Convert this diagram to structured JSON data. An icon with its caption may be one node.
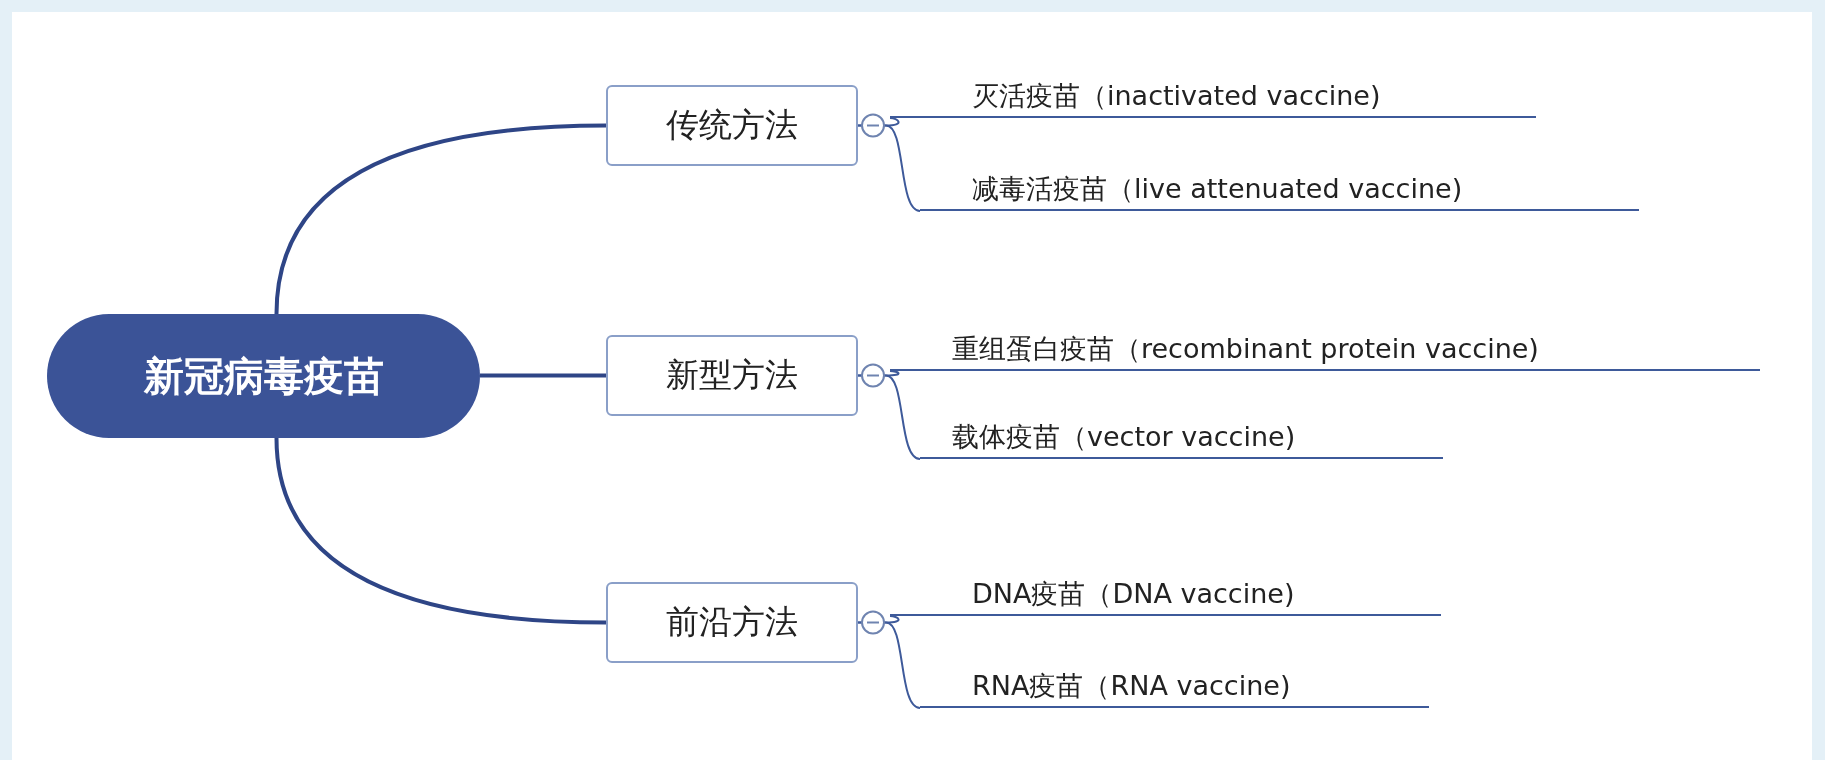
{
  "diagram": {
    "nodes": [
      {
        "text": [
          "新冠病毒疫苗"
        ]
      },
      {
        "text": [
          "传统方法"
        ]
      },
      {
        "text": [
          "灭活疫苗（inactivated vaccine)"
        ]
      },
      {
        "text": [
          "减毒活疫苗（live attenuated vaccine)"
        ]
      },
      {
        "text": [
          "新型方法"
        ]
      },
      {
        "text": [
          "重组蛋白疫苗（recombinant protein vaccine)"
        ]
      },
      {
        "text": [
          "载体疫苗（vector vaccine)"
        ]
      },
      {
        "text": [
          "前沿方法"
        ]
      },
      {
        "text": [
          "DNA疫苗（DNA vaccine)"
        ]
      },
      {
        "text": [
          "RNA疫苗（RNA vaccine)"
        ]
      }
    ],
    "edges": [
      {
        "from": 0,
        "to": 1,
        "arrow": "none"
      },
      {
        "from": 0,
        "to": 4,
        "arrow": "none"
      },
      {
        "from": 0,
        "to": 7,
        "arrow": "none"
      },
      {
        "from": 1,
        "to": 2,
        "arrow": "none"
      },
      {
        "from": 1,
        "to": 3,
        "arrow": "none"
      },
      {
        "from": 4,
        "to": 5,
        "arrow": "none"
      },
      {
        "from": 4,
        "to": 6,
        "arrow": "none"
      },
      {
        "from": 7,
        "to": 8,
        "arrow": "none"
      },
      {
        "from": 7,
        "to": 9,
        "arrow": "none"
      }
    ]
  }
}
